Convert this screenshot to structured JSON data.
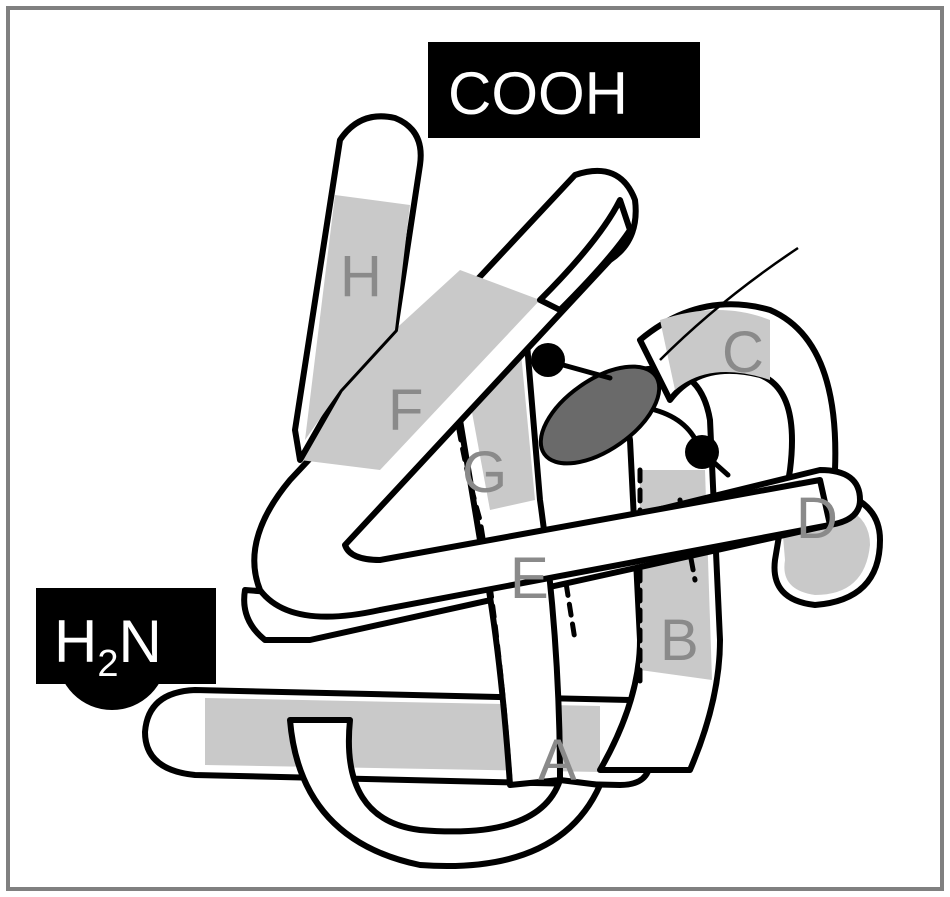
{
  "terminus_c": {
    "label": "COOH"
  },
  "terminus_n": {
    "label_main": "H",
    "label_sub": "2",
    "label_end": "N"
  },
  "strands": [
    {
      "id": "A",
      "label": "A"
    },
    {
      "id": "B",
      "label": "B"
    },
    {
      "id": "C",
      "label": "C"
    },
    {
      "id": "D",
      "label": "D"
    },
    {
      "id": "E",
      "label": "E"
    },
    {
      "id": "F",
      "label": "F"
    },
    {
      "id": "G",
      "label": "G"
    },
    {
      "id": "H",
      "label": "H"
    }
  ],
  "colors": {
    "outline": "#000000",
    "shading": "#c9c9c9",
    "label": "#8a8a8a",
    "terminus_bg": "#000000",
    "terminus_text": "#ffffff",
    "border": "#808080"
  }
}
